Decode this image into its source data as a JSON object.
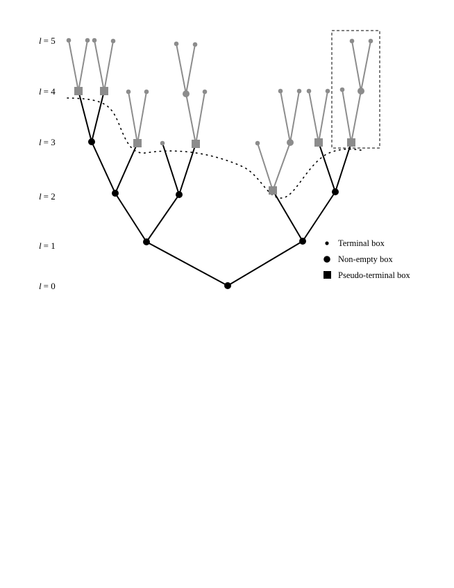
{
  "levels": [
    {
      "var": "l",
      "eq": "= 5"
    },
    {
      "var": "l",
      "eq": "= 4"
    },
    {
      "var": "l",
      "eq": "= 3"
    },
    {
      "var": "l",
      "eq": "= 2"
    },
    {
      "var": "l",
      "eq": "= 1"
    },
    {
      "var": "l",
      "eq": "= 0"
    }
  ],
  "legend": {
    "terminal": "Terminal box",
    "non_empty": "Non-empty box",
    "pseudo_terminal": "Pseudo-terminal box"
  },
  "colors": {
    "black": "#000000",
    "gray": "#8c8c8c"
  }
}
